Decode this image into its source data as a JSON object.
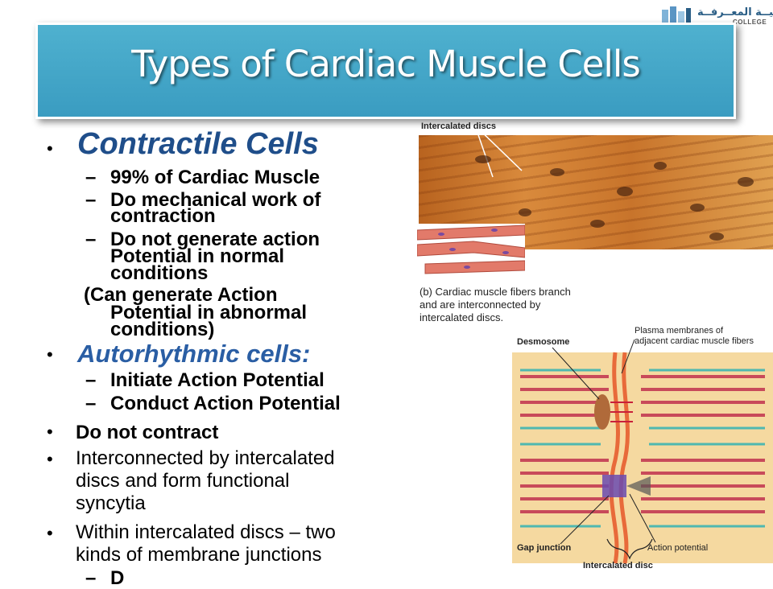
{
  "logo": {
    "arabic": "كليــة المعــرفــة",
    "english": "COLLEGE"
  },
  "slide": {
    "title": "Types of Cardiac Muscle Cells"
  },
  "content": {
    "contractile_heading": "Contractile Cells",
    "contractile_items": [
      "–",
      "99% of Cardiac Muscle",
      "Do mechanical work of",
      "contraction",
      "Do not generate action",
      "Potential in normal",
      "conditions"
    ],
    "note_line1": "(Can generate Action",
    "note_line2": "Potential in abnormal",
    "note_line3": "conditions)",
    "autorhythmic_heading": "Autorhythmic cells:",
    "auto_items": [
      "Initiate Action Potential",
      "Conduct Action Potential"
    ],
    "bullet3": "Do not contract",
    "bullet4_line1": "Interconnected by intercalated",
    "bullet4_line2": "discs and form functional",
    "bullet4_line3": "syncytia",
    "bullet5_line1": "Within intercalated discs – two",
    "bullet5_line2": "kinds of membrane junctions",
    "cutoff": "D"
  },
  "figure": {
    "micro_label": "Intercalated discs",
    "caption_line1": "(b)  Cardiac muscle fibers branch",
    "caption_line2": "and are interconnected by",
    "caption_line3": "intercalated discs.",
    "desmosome": "Desmosome",
    "plasma_line1": "Plasma membranes of",
    "plasma_line2": "adjacent cardiac muscle fibers",
    "gap_junction": "Gap junction",
    "action_potential": "Action potential",
    "intercalated_disc": "Intercalated disc"
  },
  "colors": {
    "banner": "#3ea3c6",
    "heading": "#1f4e8a",
    "muscle": "#c8742b"
  }
}
